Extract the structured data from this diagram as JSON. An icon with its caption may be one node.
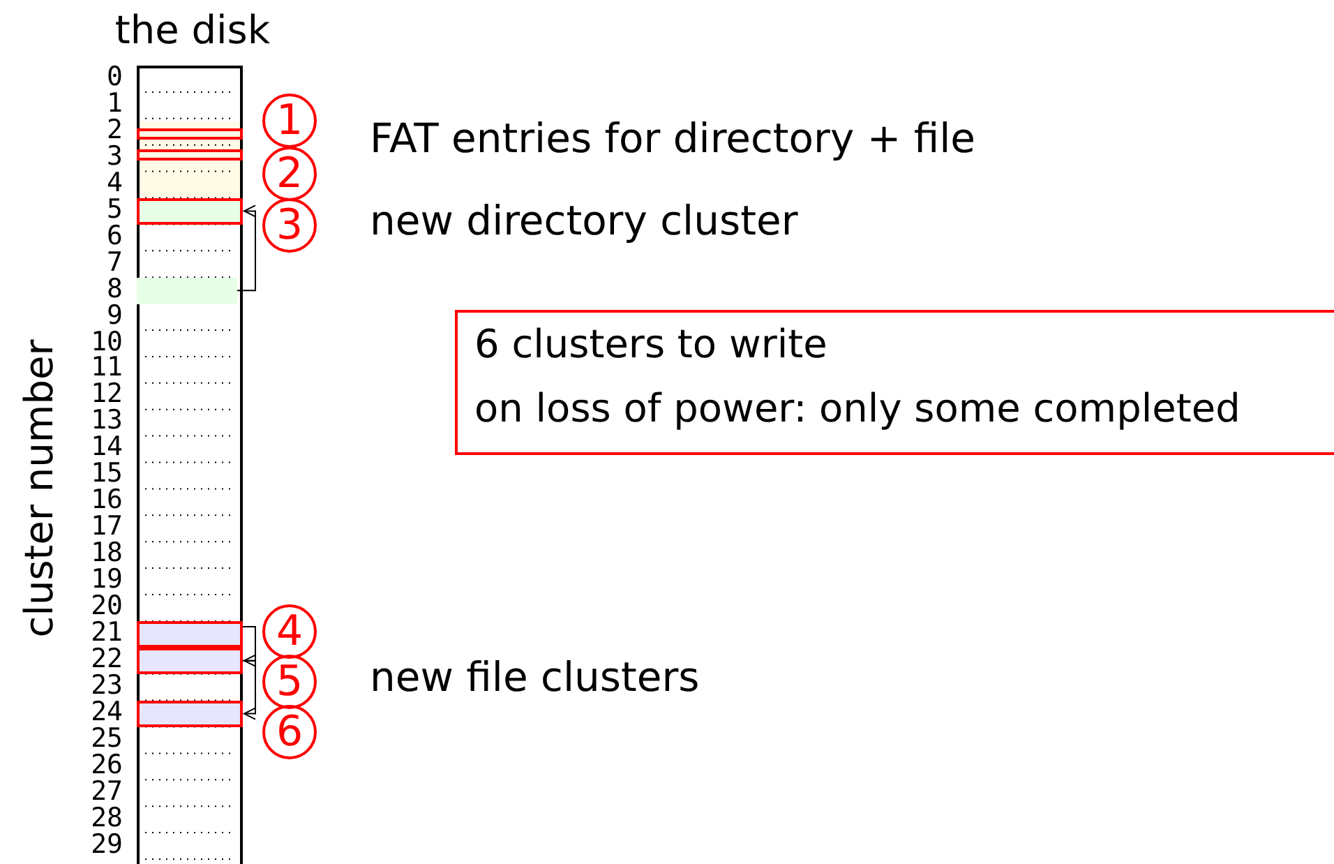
{
  "diagram": {
    "nodes": [
      {
        "text": [
          "the disk"
        ]
      },
      {
        "text": [],
        "shape": "box",
        "in": 0
      },
      {
        "text": [],
        "shape": "box",
        "in": 0
      },
      {
        "text": [],
        "shape": "box",
        "in": 0
      },
      {
        "text": [],
        "shape": "bar",
        "in": 0
      },
      {
        "text": [],
        "shape": "box",
        "in": 0
      },
      {
        "text": [],
        "shape": "box",
        "in": 0
      },
      {
        "text": [],
        "shape": "box",
        "in": 0
      },
      {
        "text": [
          "1"
        ]
      },
      {
        "text": [
          "2"
        ]
      },
      {
        "text": [
          "3"
        ]
      },
      {
        "text": [
          "4"
        ]
      },
      {
        "text": [
          "5"
        ]
      },
      {
        "text": [
          "6"
        ]
      },
      {
        "text": [
          "6 clusters to write",
          "on loss of power: only some completed"
        ]
      }
    ],
    "edges": [
      {
        "from": 4,
        "to": 3,
        "arrow": "to"
      },
      {
        "from": 5,
        "to": 6,
        "arrow": "to"
      },
      {
        "from": 6,
        "to": 7,
        "arrow": "to"
      }
    ],
    "labels": [
      "cluster number",
      "0",
      "1",
      "2",
      "3",
      "4",
      "5",
      "6",
      "7",
      "8",
      "9",
      "10",
      "11",
      "12",
      "13",
      "14",
      "15",
      "16",
      "17",
      "18",
      "19",
      "20",
      "21",
      "22",
      "23",
      "24",
      "25",
      "26",
      "27",
      "28",
      "29",
      "FAT entries for directory + file",
      "new directory cluster",
      "new file clusters"
    ]
  }
}
